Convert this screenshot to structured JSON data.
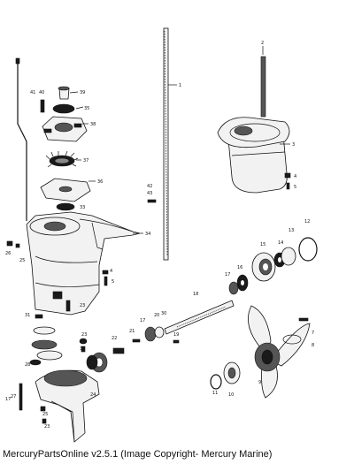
{
  "caption": "MercuryPartsOnline v2.5.1 (Image Copyright- Mercury Marine)",
  "callouts": [
    {
      "id": "c1",
      "text": "1"
    },
    {
      "id": "c2",
      "text": "2"
    },
    {
      "id": "c3",
      "text": "3"
    },
    {
      "id": "c4a",
      "text": "4"
    },
    {
      "id": "c5a",
      "text": "5"
    },
    {
      "id": "c5b",
      "text": "5"
    },
    {
      "id": "c4b",
      "text": "4"
    },
    {
      "id": "c7",
      "text": "7"
    },
    {
      "id": "c8",
      "text": "8"
    },
    {
      "id": "c9",
      "text": "9"
    },
    {
      "id": "c10",
      "text": "10"
    },
    {
      "id": "c11",
      "text": "11"
    },
    {
      "id": "c12",
      "text": "12"
    },
    {
      "id": "c13",
      "text": "13"
    },
    {
      "id": "c14",
      "text": "14"
    },
    {
      "id": "c15",
      "text": "15"
    },
    {
      "id": "c16",
      "text": "16"
    },
    {
      "id": "c17a",
      "text": "17"
    },
    {
      "id": "c17b",
      "text": "17"
    },
    {
      "id": "c17c",
      "text": "17"
    },
    {
      "id": "c18",
      "text": "18"
    },
    {
      "id": "c19",
      "text": "19"
    },
    {
      "id": "c20",
      "text": "20"
    },
    {
      "id": "c21",
      "text": "21"
    },
    {
      "id": "c22",
      "text": "22"
    },
    {
      "id": "c23a",
      "text": "23"
    },
    {
      "id": "c23b",
      "text": "23"
    },
    {
      "id": "c23c",
      "text": "23"
    },
    {
      "id": "c24",
      "text": "24"
    },
    {
      "id": "c25a",
      "text": "25"
    },
    {
      "id": "c25b",
      "text": "25"
    },
    {
      "id": "c26",
      "text": "26"
    },
    {
      "id": "c27",
      "text": "27"
    },
    {
      "id": "c28",
      "text": "28"
    },
    {
      "id": "c30",
      "text": "30"
    },
    {
      "id": "c31",
      "text": "31"
    },
    {
      "id": "c32",
      "text": "32"
    },
    {
      "id": "c33",
      "text": "33"
    },
    {
      "id": "c34",
      "text": "34"
    },
    {
      "id": "c35",
      "text": "35"
    },
    {
      "id": "c36",
      "text": "36"
    },
    {
      "id": "c37",
      "text": "37"
    },
    {
      "id": "c38",
      "text": "38"
    },
    {
      "id": "c39",
      "text": "39"
    },
    {
      "id": "c40",
      "text": "40"
    },
    {
      "id": "c41",
      "text": "41"
    },
    {
      "id": "c42",
      "text": "42"
    },
    {
      "id": "c43",
      "text": "43"
    }
  ]
}
